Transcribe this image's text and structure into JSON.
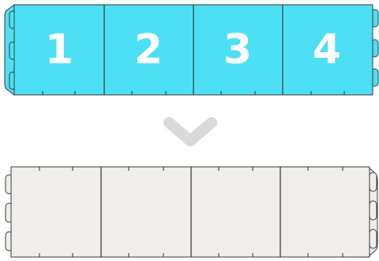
{
  "before_strip": {
    "color": "#4de0f4",
    "panel_labels": [
      "1",
      "2",
      "3",
      "4"
    ]
  },
  "arrow": {
    "icon": "chevron-down-icon",
    "color": "#d9d9d9"
  },
  "after_strip": {
    "color": "#efeeea"
  }
}
